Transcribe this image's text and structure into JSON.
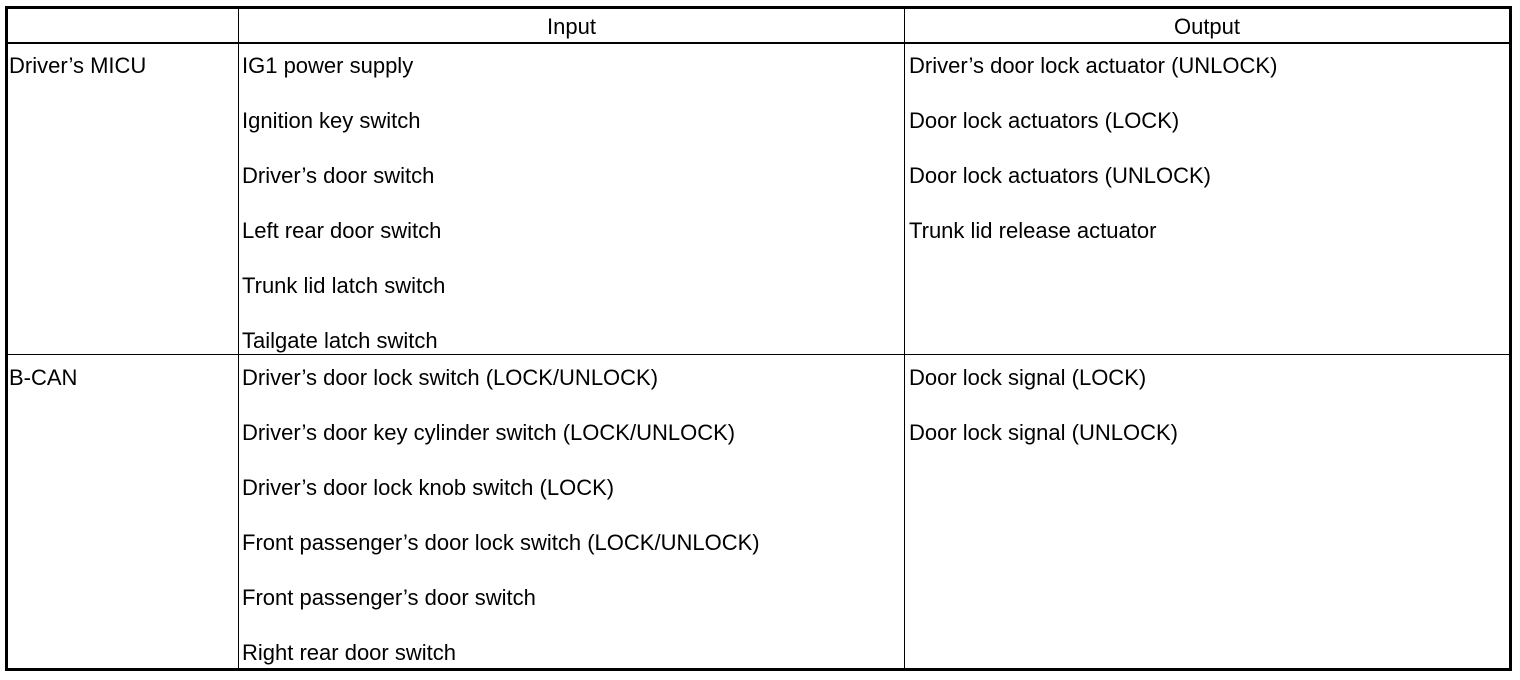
{
  "table": {
    "headers": [
      "",
      "Input",
      "Output"
    ],
    "rows": [
      {
        "label": "Driver’s MICU",
        "inputs": [
          "IG1 power supply",
          "Ignition key switch",
          "Driver’s door switch",
          "Left rear door switch",
          "Trunk lid latch switch",
          "Tailgate latch switch"
        ],
        "outputs": [
          "Driver’s door lock actuator (UNLOCK)",
          "Door lock actuators (LOCK)",
          "Door lock actuators (UNLOCK)",
          "Trunk lid release actuator"
        ]
      },
      {
        "label": "B-CAN",
        "inputs": [
          "Driver’s door lock switch (LOCK/UNLOCK)",
          "Driver’s door key cylinder switch (LOCK/UNLOCK)",
          "Driver’s door lock knob switch (LOCK)",
          "Front passenger’s door lock switch (LOCK/UNLOCK)",
          "Front passenger’s door switch",
          "Right rear door switch"
        ],
        "outputs": [
          "Door lock signal (LOCK)",
          "Door lock signal (UNLOCK)"
        ]
      }
    ]
  }
}
